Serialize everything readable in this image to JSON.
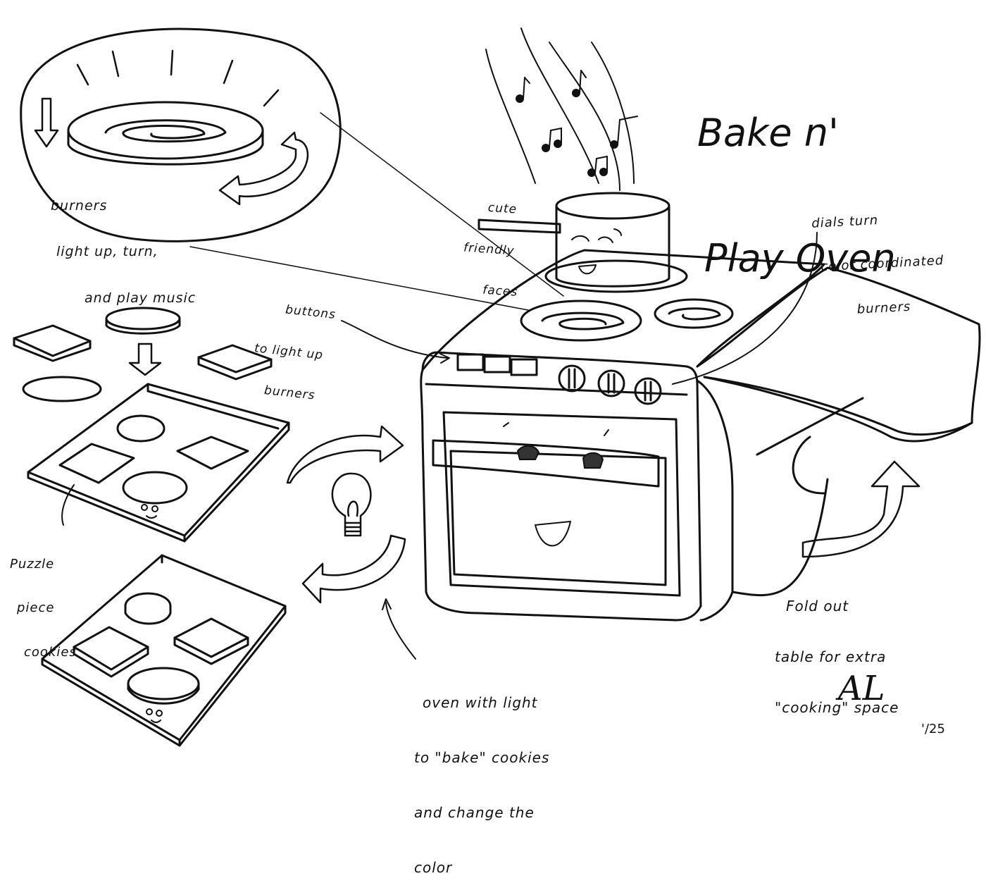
{
  "title": {
    "line1": "Bake n'",
    "line2": "Play Oven"
  },
  "annotations": {
    "burners_detail": {
      "line1": "burners",
      "line2": "light up, turn,",
      "line3": "and play music"
    },
    "faces": {
      "line1": "cute",
      "line2": "friendly",
      "line3": "faces"
    },
    "dials": {
      "line1": "dials turn",
      "line2": "color coordinated",
      "line3": "burners"
    },
    "buttons": {
      "line1": "buttons",
      "line2": "to light up",
      "line3": "burners"
    },
    "cookies": {
      "line1": "Puzzle",
      "line2": "piece",
      "line3": "cookies"
    },
    "oven": {
      "line1": "oven with light",
      "line2": "to \"bake\" cookies",
      "line3": "and change the",
      "line4": "color"
    },
    "table": {
      "line1": "Fold out",
      "line2": "table for extra",
      "line3": "\"cooking\" space"
    }
  },
  "signature": {
    "initials": "AL",
    "date": "'/25"
  },
  "components": [
    "burner-detail-bubble",
    "pot",
    "stove-top",
    "burners",
    "buttons",
    "dials",
    "oven-door",
    "fold-out-table",
    "puzzle-tray",
    "baked-tray",
    "light-bulb",
    "cycle-arrows",
    "music-notes"
  ]
}
